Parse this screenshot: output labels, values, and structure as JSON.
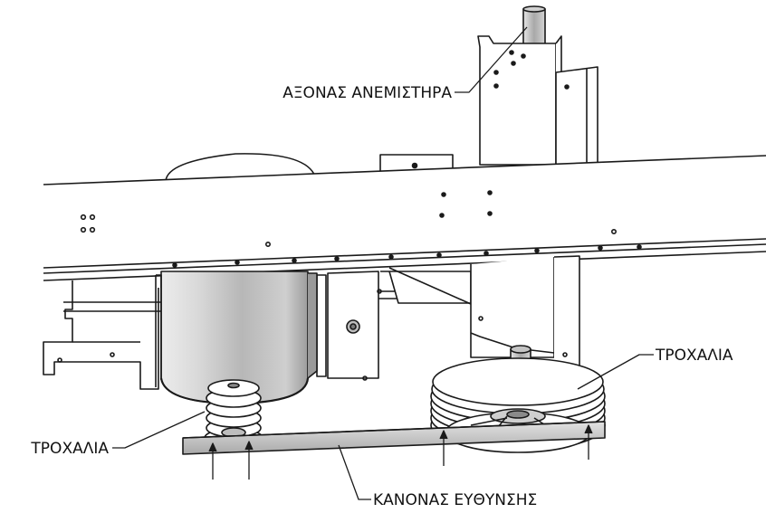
{
  "labels": {
    "fan_shaft": "ΑΞΟΝΑΣ ΑΝΕΜΙΣΤΗΡΑ",
    "pulley_right": "ΤΡΟΧΑΛΙΑ",
    "pulley_left": "ΤΡΟΧΑΛΙΑ",
    "straightedge": "ΚΑΝΟΝΑΣ ΕΥΘΥΝΣΗΣ"
  },
  "colors": {
    "line": "#1a1a1a",
    "metal_fill": "#ffffff",
    "motor_shade": "#cfcfcf",
    "straightedge_fill": "#c8c8c8"
  }
}
